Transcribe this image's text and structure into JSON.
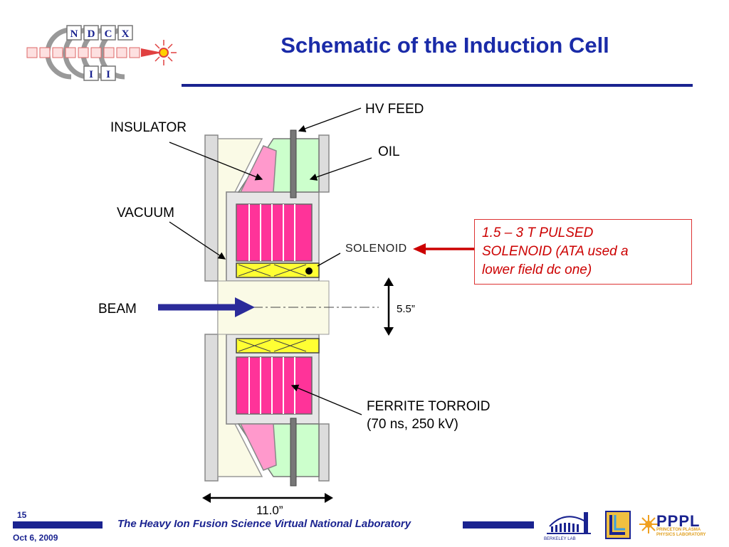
{
  "header": {
    "title": "Schematic of the Induction Cell",
    "logo_letters_top": [
      "N",
      "D",
      "C",
      "X"
    ],
    "logo_letters_bottom": [
      "I",
      "I"
    ]
  },
  "diagram": {
    "labels": {
      "hv_feed": "HV FEED",
      "insulator": "INSULATOR",
      "oil": "OIL",
      "vacuum": "VACUUM",
      "solenoid": "SOLENOID",
      "beam": "BEAM",
      "gap": "5.5”",
      "ferrite_line1": "FERRITE TORROID",
      "ferrite_line2": "(70 ns, 250 kV)",
      "width": "11.0”"
    },
    "callout": {
      "line1": "1.5 – 3 T PULSED",
      "line2": "SOLENOID (ATA used a",
      "line3": "lower field dc one)"
    },
    "colors": {
      "ferrite": "#ff3399",
      "solenoid": "#ffff33",
      "oil": "#ccffcc",
      "insulator": "#ff99cc",
      "vacuum": "#fafae6",
      "beam_arrow": "#2b2b9a",
      "callout_arrow": "#cc0000",
      "title": "#1a2ba8"
    }
  },
  "footer": {
    "page_number": "15",
    "date": "Oct 6, 2009",
    "lab_name": "The Heavy Ion Fusion Science Virtual National Laboratory",
    "pppl_logo": "PPPL",
    "pppl_sub": "PRINCETON PLASMA PHYSICS LABORATORY",
    "berkeley_logo": "BERKELEY LAB"
  }
}
